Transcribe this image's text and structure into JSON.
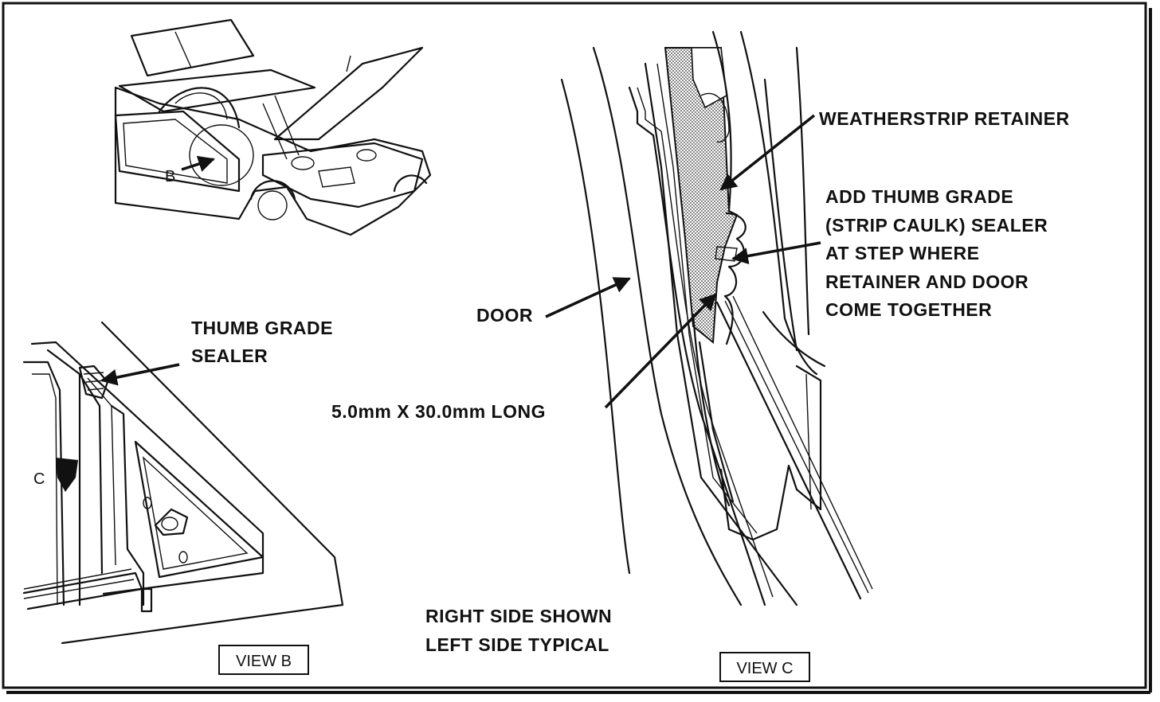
{
  "callouts": {
    "view_b_ref": "B",
    "view_c_ref": "C",
    "weatherstrip": "WEATHERSTRIP RETAINER",
    "add_sealer": [
      "ADD THUMB GRADE",
      "(STRIP CAULK) SEALER",
      "AT STEP WHERE",
      "RETAINER AND DOOR",
      "COME TOGETHER"
    ],
    "door": "DOOR",
    "thumb_sealer": [
      "THUMB GRADE",
      "SEALER"
    ],
    "bead_size": "5.0mm X 30.0mm LONG",
    "side_note": [
      "RIGHT SIDE SHOWN",
      "LEFT SIDE TYPICAL"
    ]
  },
  "view_labels": {
    "view_b": "VIEW B",
    "view_c": "VIEW C"
  }
}
